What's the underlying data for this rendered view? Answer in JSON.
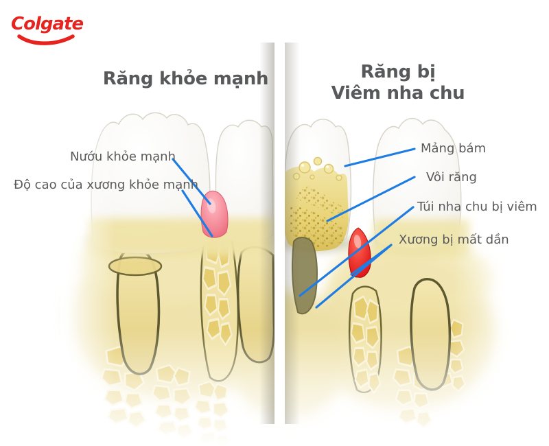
{
  "brand": {
    "logo_text": "Colgate"
  },
  "panels": {
    "left": {
      "title": "Răng khỏe mạnh",
      "labels": [
        {
          "id": "healthy-gum",
          "text": "Nướu khỏe mạnh"
        },
        {
          "id": "healthy-bone-height",
          "text": "Độ cao của xương khỏe mạnh"
        }
      ]
    },
    "right": {
      "title_line1": "Răng bị",
      "title_line2": "Viêm nha chu",
      "labels": [
        {
          "id": "plaque",
          "text": "Mảng bám"
        },
        {
          "id": "tartar",
          "text": "Vôi răng"
        },
        {
          "id": "periodontal-pocket",
          "text": "Túi nha chu bị viêm"
        },
        {
          "id": "bone-loss",
          "text": "Xương bị mất dần"
        }
      ]
    }
  },
  "colors": {
    "brand_red": "#e6231e",
    "title_text": "#58595b",
    "label_text": "#5a5a5c",
    "leader_line_blue": "#1e7ce2",
    "healthy_gum_pink": "#f0808f",
    "inflamed_gum_red": "#e01818",
    "bone_yellow": "#eee0a4",
    "plaque_yellow": "#ecd98a",
    "tartar_gold": "#c3a83c",
    "tooth_white": "#ffffff"
  }
}
